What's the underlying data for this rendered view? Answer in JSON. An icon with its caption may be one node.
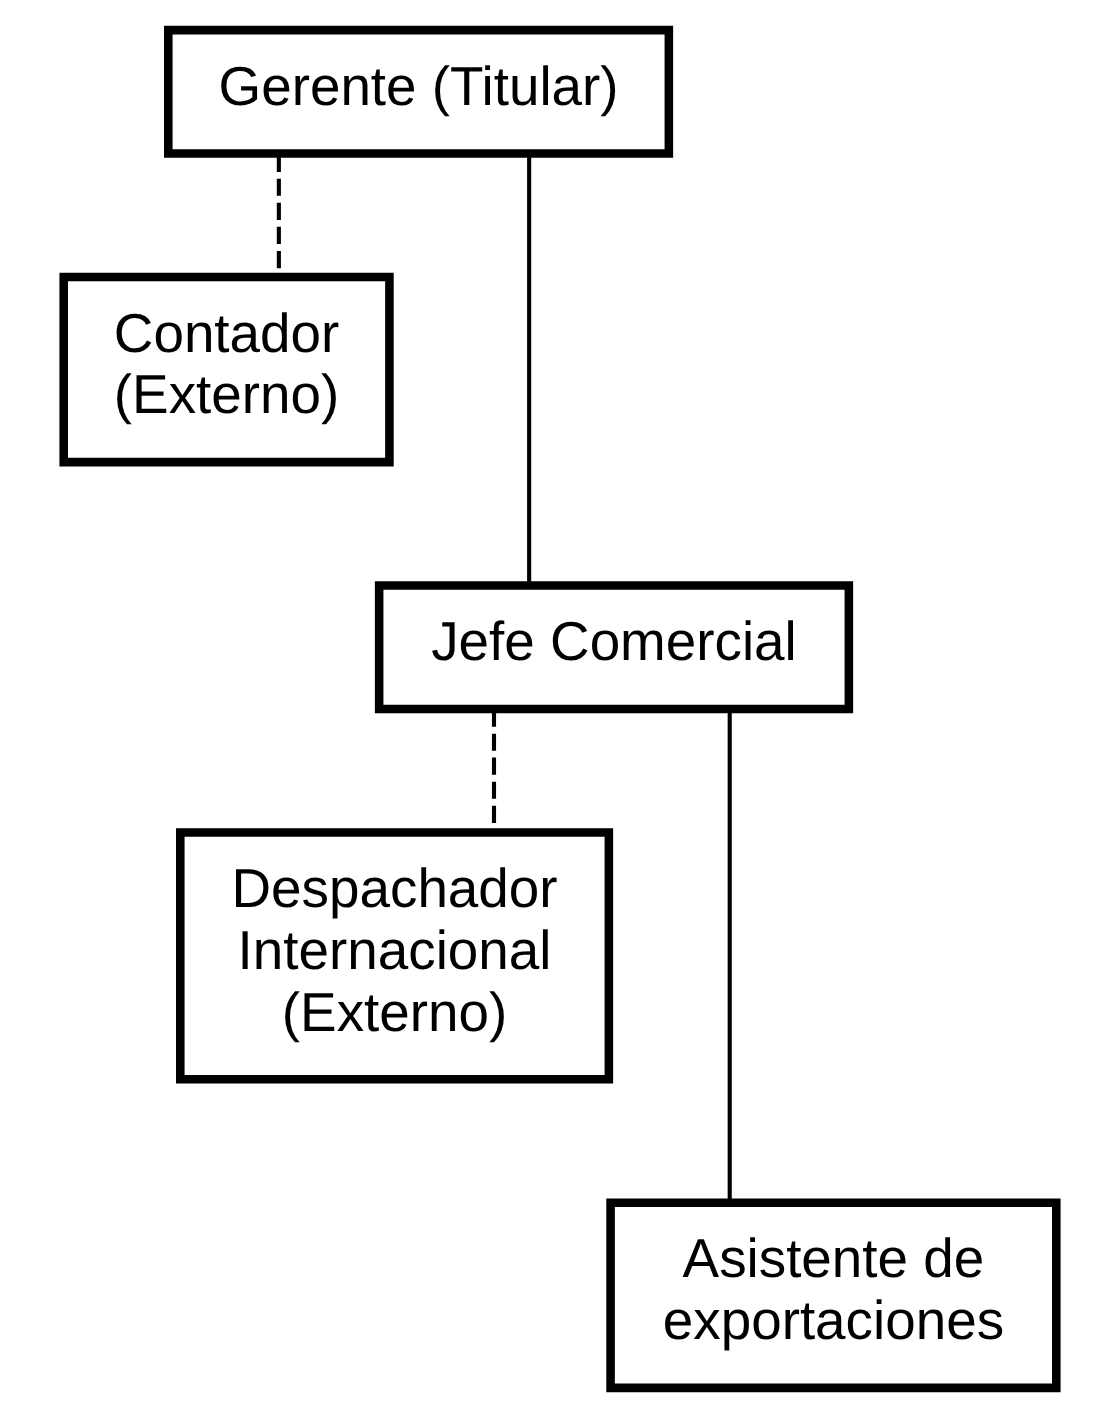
{
  "diagram": {
    "nodes": [
      {
        "text": [
          "Gerente (Titular)"
        ]
      },
      {
        "text": [
          "Contador (Externo)"
        ]
      },
      {
        "text": [
          "Jefe Comercial"
        ]
      },
      {
        "text": [
          "Despachador Internacional (Externo)"
        ]
      },
      {
        "text": [
          "Asistente de exportaciones"
        ]
      }
    ],
    "edges": [
      {
        "from": 0,
        "to": 2,
        "arrow": "none"
      },
      {
        "from": 0,
        "to": 1,
        "arrow": "none",
        "style": "dashed"
      },
      {
        "from": 2,
        "to": 4,
        "arrow": "none"
      },
      {
        "from": 2,
        "to": 3,
        "arrow": "none",
        "style": "dashed"
      }
    ]
  }
}
